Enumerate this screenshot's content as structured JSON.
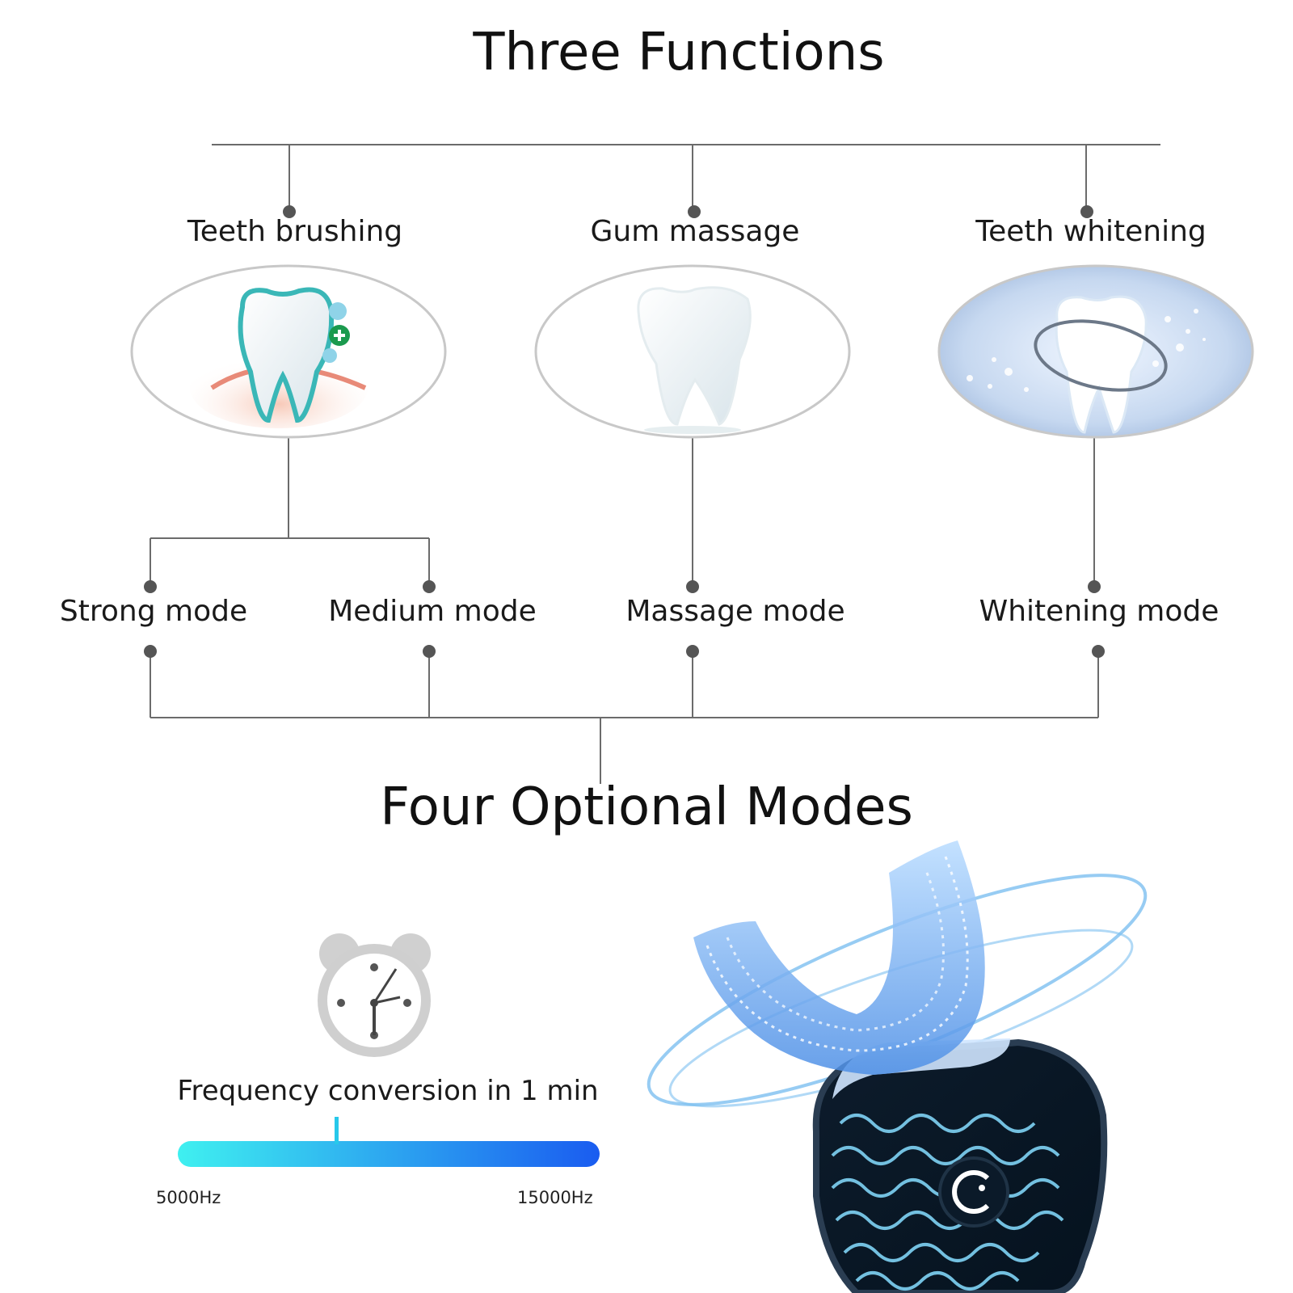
{
  "title_top": "Three Functions",
  "title_bottom": "Four Optional Modes",
  "functions": [
    {
      "label": "Teeth brushing",
      "icon": "tooth-protection-icon"
    },
    {
      "label": "Gum massage",
      "icon": "tooth-icon"
    },
    {
      "label": "Teeth whitening",
      "icon": "tooth-sparkle-icon"
    }
  ],
  "modes": [
    {
      "label": "Strong mode"
    },
    {
      "label": "Medium mode"
    },
    {
      "label": "Massage mode"
    },
    {
      "label": "Whitening mode"
    }
  ],
  "frequency": {
    "label": "Frequency conversion in 1 min",
    "min_label": "5000Hz",
    "max_label": "15000Hz",
    "colors": [
      "#3ff0f0",
      "#1a5cf0"
    ]
  },
  "colors": {
    "line": "#6b6b6b",
    "dot": "#555555",
    "ellipse_stroke": "#c8c8c8"
  }
}
